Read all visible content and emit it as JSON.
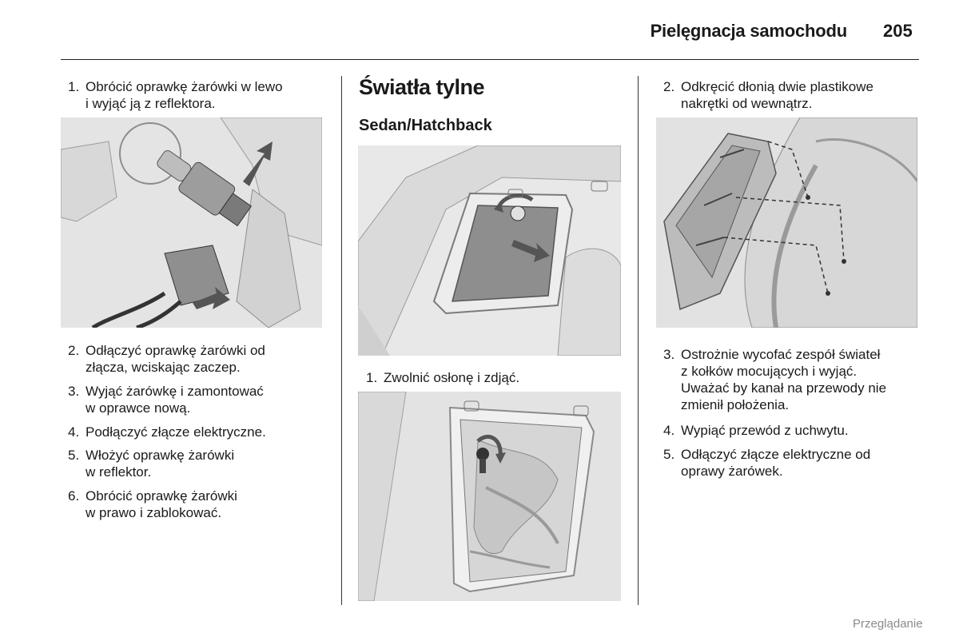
{
  "header": {
    "title": "Pielęgnacja samochodu",
    "page_number": "205"
  },
  "left_column": {
    "step1": {
      "num": "1.",
      "text": "Obrócić oprawkę żarówki w lewo\ni wyjąć ją z reflektora."
    },
    "steps": [
      {
        "num": "2.",
        "text": "Odłączyć oprawkę żarówki od\nzłącza, wciskając zaczep."
      },
      {
        "num": "3.",
        "text": "Wyjąć żarówkę i zamontować\nw oprawce nową."
      },
      {
        "num": "4.",
        "text": "Podłączyć złącze elektryczne."
      },
      {
        "num": "5.",
        "text": "Włożyć oprawkę żarówki\nw reflektor."
      },
      {
        "num": "6.",
        "text": "Obrócić oprawkę żarówki\nw prawo i zablokować."
      }
    ]
  },
  "middle_column": {
    "section_title": "Światła tylne",
    "subtitle": "Sedan/Hatchback",
    "step1": {
      "num": "1.",
      "text": "Zwolnić osłonę i zdjąć."
    }
  },
  "right_column": {
    "step2": {
      "num": "2.",
      "text": "Odkręcić dłonią dwie plastikowe\nnakrętki od wewnątrz."
    },
    "steps": [
      {
        "num": "3.",
        "text": "Ostrożnie wycofać zespół świateł\nz kołków mocujących i wyjąć.\nUważać by kanał na przewody nie\nzmienił położenia."
      },
      {
        "num": "4.",
        "text": "Wypiąć przewód z uchwytu."
      },
      {
        "num": "5.",
        "text": "Odłączyć złącze elektryczne od\noprawy żarówek."
      }
    ]
  },
  "footer": {
    "nav_label": "Przeglądanie"
  }
}
